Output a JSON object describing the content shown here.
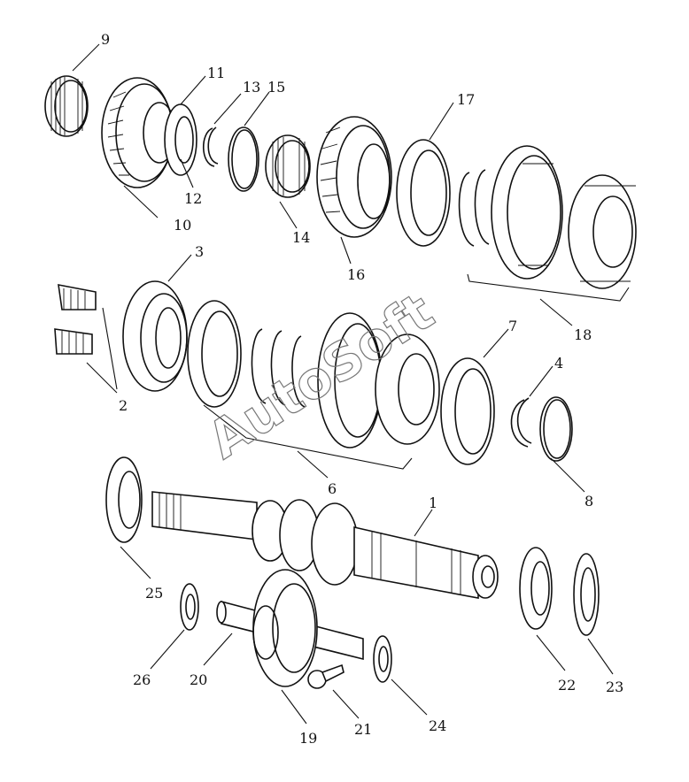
{
  "watermark": "AutoSoft",
  "callouts": [
    {
      "id": "1",
      "label": "1"
    },
    {
      "id": "2",
      "label": "2"
    },
    {
      "id": "3",
      "label": "3"
    },
    {
      "id": "4",
      "label": "4"
    },
    {
      "id": "6",
      "label": "6"
    },
    {
      "id": "7",
      "label": "7"
    },
    {
      "id": "8",
      "label": "8"
    },
    {
      "id": "9",
      "label": "9"
    },
    {
      "id": "10",
      "label": "10"
    },
    {
      "id": "11",
      "label": "11"
    },
    {
      "id": "12",
      "label": "12"
    },
    {
      "id": "13",
      "label": "13"
    },
    {
      "id": "14",
      "label": "14"
    },
    {
      "id": "15",
      "label": "15"
    },
    {
      "id": "16",
      "label": "16"
    },
    {
      "id": "17",
      "label": "17"
    },
    {
      "id": "18",
      "label": "18"
    },
    {
      "id": "19",
      "label": "19"
    },
    {
      "id": "20",
      "label": "20"
    },
    {
      "id": "21",
      "label": "21"
    },
    {
      "id": "22",
      "label": "22"
    },
    {
      "id": "23",
      "label": "23"
    },
    {
      "id": "24",
      "label": "24"
    },
    {
      "id": "25",
      "label": "25"
    },
    {
      "id": "26",
      "label": "26"
    }
  ]
}
